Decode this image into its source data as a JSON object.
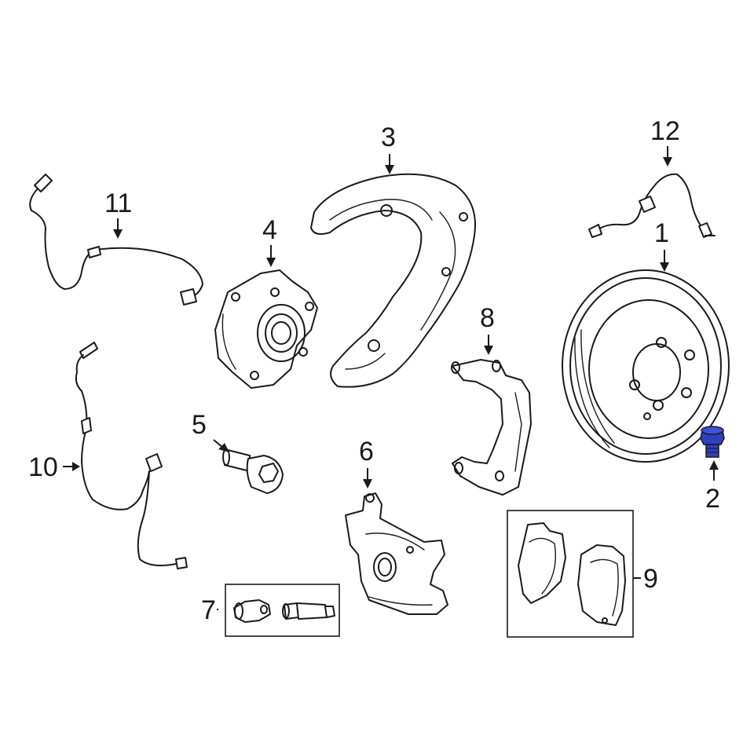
{
  "callouts": {
    "c1": "1",
    "c2": "2",
    "c3": "3",
    "c4": "4",
    "c5": "5",
    "c6": "6",
    "c7": "7",
    "c8": "8",
    "c9": "9",
    "c10": "10",
    "c11": "11",
    "c12": "12"
  },
  "colors": {
    "line": "#1a1a1a",
    "highlight": "#2f3fbf",
    "background": "#ffffff"
  }
}
